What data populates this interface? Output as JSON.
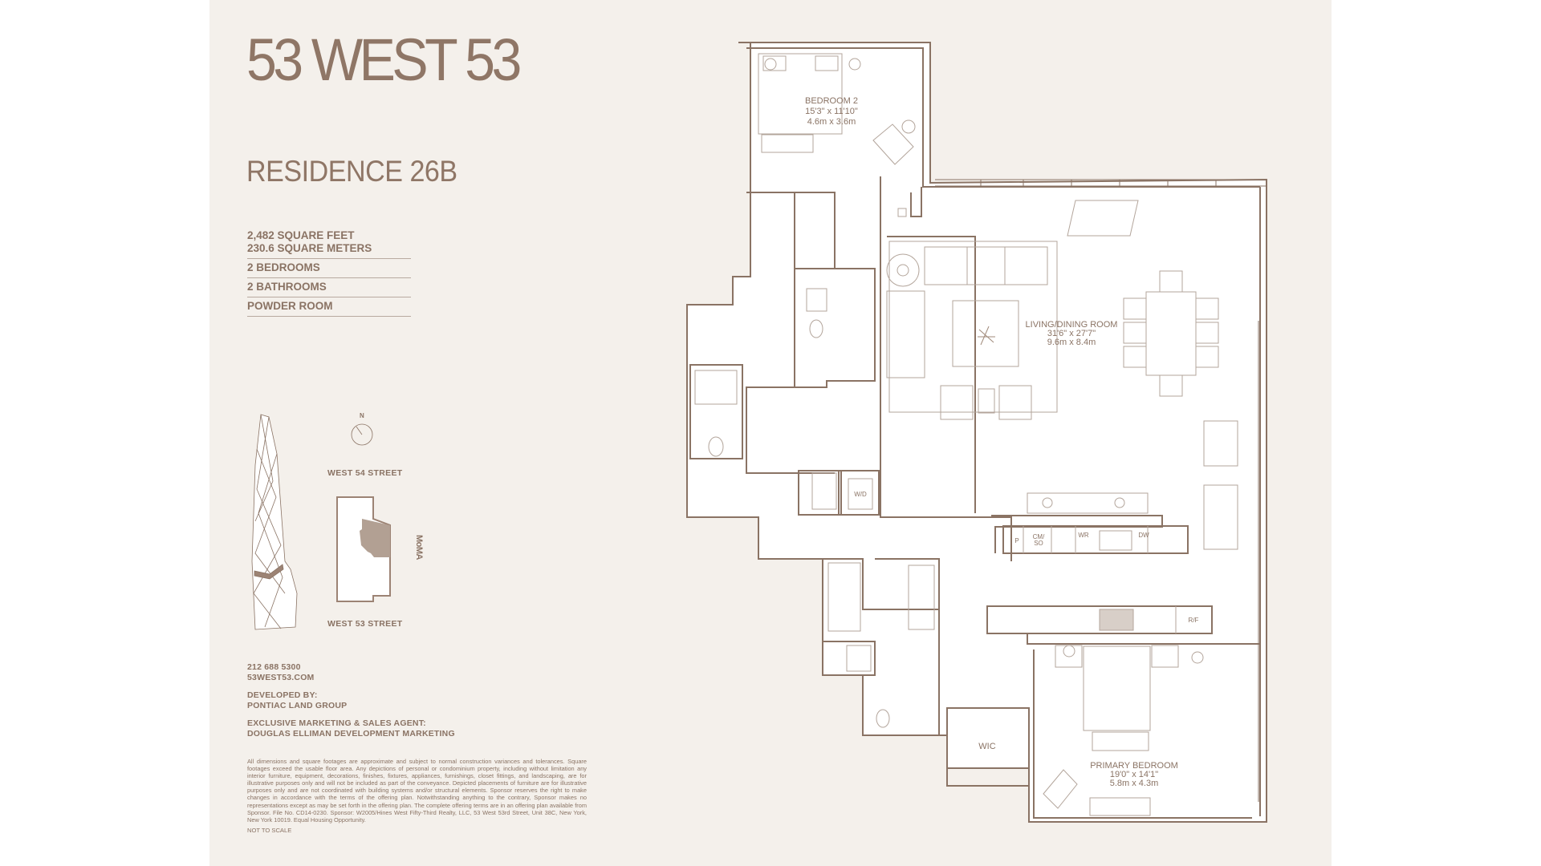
{
  "brand": {
    "title": "53 WEST 53"
  },
  "residence": {
    "title": "RESIDENCE 26B"
  },
  "specs": {
    "area_sqft": "2,482 SQUARE FEET",
    "area_sqm": "230.6 SQUARE METERS",
    "bedrooms": "2 BEDROOMS",
    "bathrooms": "2 BATHROOMS",
    "powder": "POWDER ROOM"
  },
  "site_plan": {
    "compass": "N",
    "street_north": "WEST 54 STREET",
    "street_south": "WEST 53 STREET",
    "neighbor": "MoMA"
  },
  "contact": {
    "phone": "212 688 5300",
    "website": "53WEST53.COM",
    "developer_label": "DEVELOPED BY:",
    "developer": "PONTIAC LAND GROUP",
    "agent_label": "EXCLUSIVE MARKETING & SALES AGENT:",
    "agent": "DOUGLAS ELLIMAN DEVELOPMENT MARKETING"
  },
  "disclaimer": "All dimensions and square footages are approximate and subject to normal construction variances and tolerances. Square footages exceed the usable floor area. Any depictions of personal or condominium property, including without limitation any interior furniture, equipment, decorations, finishes, fixtures, appliances, furnishings, closet fittings, and landscaping, are for illustrative purposes only and will not be included as part of the conveyance. Depicted placements of furniture are for illustrative purposes only and are not coordinated with building systems and/or structural elements. Sponsor reserves the right to make changes in accordance with the terms of the offering plan. Notwithstanding anything to the contrary, Sponsor makes no representations except as may be set forth in the offering plan. The complete offering terms are in an offering plan available from Sponsor. File No. CD14-0230. Sponsor: W2005/Hines West Fifty-Third Realty, LLC, 53 West 53rd Street, Unit 38C, New York, New York 10019. Equal Housing Opportunity.",
  "not_to_scale": "NOT TO SCALE",
  "rooms": {
    "bedroom2": {
      "name": "BEDROOM 2",
      "imperial": "15'3\" x 11'10\"",
      "metric": "4.6m x 3.6m"
    },
    "living": {
      "name": "LIVING/DINING ROOM",
      "imperial": "31'6\" x 27'7\"",
      "metric": "9.6m x 8.4m"
    },
    "primary": {
      "name": "PRIMARY BEDROOM",
      "imperial": "19'0\" x 14'1\"",
      "metric": "5.8m x 4.3m"
    },
    "wic": {
      "name": "WIC"
    },
    "wd": {
      "name": "W/D"
    }
  },
  "kitchen_labels": {
    "p": "P",
    "cm": "CM/",
    "so": "SO",
    "wr": "WR",
    "dw": "DW",
    "rf": "R/F"
  },
  "colors": {
    "background": "#f4f0eb",
    "brand": "#8f7666",
    "wall": "#8a7364"
  }
}
